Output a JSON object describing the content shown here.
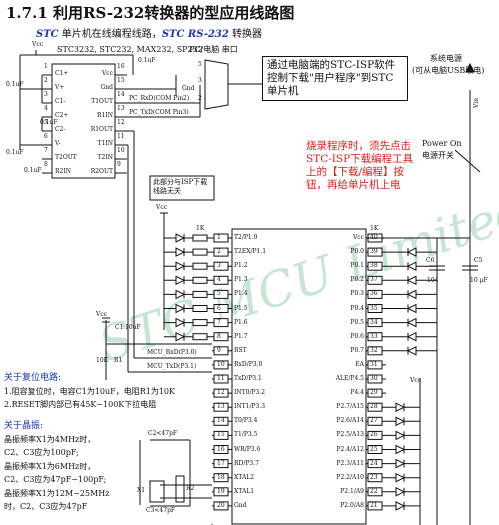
{
  "title": "1.7.1  利用RS-232转换器的型应用线路图",
  "max232": {
    "heading_part1": "STC",
    "heading_part2": " 单片机在线编程线路，",
    "heading_part3": "STC RS-232",
    "heading_part4": " 转换器",
    "chip_list": "STC3232, STC232, MAX232, SP232",
    "serial_label": "PC/电脑 串口",
    "vcc": "Vcc",
    "left_pins": [
      "C1+",
      "V+",
      "C1-",
      "C2+",
      "C2-",
      "V-",
      "T2OUT",
      "R2IN"
    ],
    "left_nums": [
      "1",
      "2",
      "3",
      "4",
      "5",
      "6",
      "7",
      "8"
    ],
    "right_pins": [
      "Vcc",
      "Gnd",
      "T1OUT",
      "R1IN",
      "R1OUT",
      "T1IN",
      "T2IN",
      "R2OUT"
    ],
    "right_nums": [
      "16",
      "15",
      "14",
      "13",
      "12",
      "11",
      "10",
      "9"
    ],
    "caps": [
      "0.1uF",
      "0.1uF",
      "0.1uF",
      "0.1uF",
      "0.1uF"
    ],
    "pc_rxd": "PC_RxD(COM Pin2)",
    "pc_txd": "PC_TxD(COM Pin3)",
    "db9_gnd": "Gnd",
    "db9_pins": [
      "5",
      "3",
      "2"
    ]
  },
  "callout_box": "通过电脑端的STC-ISP软件控制下载\"用户程序\"到STC单片机",
  "power": {
    "label1": "系统电源",
    "label2": "(可从电脑USB取电)",
    "vin": "Vin",
    "switch1": "Power On",
    "switch2": "电源开关"
  },
  "red_note": "烧录程序时，须先点击STC-ISP下载编程工具上的【下载/编程】按钮，再给单片机上电",
  "isp_note": "此部分与ISP下载线路无关",
  "mcu": {
    "left_pins": [
      "T2/P1.0",
      "T2EX/P1.1",
      "P1.2",
      "P1.3",
      "P1.4",
      "P1.5",
      "P1.6",
      "P1.7",
      "RST",
      "RxD/P3.0",
      "TxD/P3.1",
      "INT0/P3.2",
      "INT1/P3.3",
      "T0/P3.4",
      "T1/P3.5",
      "WR/P3.6",
      "RD/P3.7",
      "XTAL2",
      "XTAL1",
      "Gnd"
    ],
    "left_nums": [
      "1",
      "2",
      "3",
      "4",
      "5",
      "6",
      "7",
      "8",
      "9",
      "10",
      "11",
      "12",
      "13",
      "14",
      "15",
      "16",
      "17",
      "18",
      "19",
      "20"
    ],
    "right_pins": [
      "Vcc",
      "P0.0",
      "P0.1",
      "P0.2",
      "P0.3",
      "P0.4",
      "P0.5",
      "P0.6",
      "P0.7",
      "EA",
      "ALE/P4.5",
      "P4.4",
      "P2.7/A15",
      "P2.6/A14",
      "P2.5/A13",
      "P2.4/A12",
      "P2.3/A11",
      "P2.2/A10",
      "P2.1/A9",
      "P2.0/A8"
    ],
    "right_nums": [
      "40",
      "39",
      "38",
      "37",
      "36",
      "35",
      "34",
      "33",
      "32",
      "31",
      "30",
      "29",
      "28",
      "27",
      "26",
      "25",
      "24",
      "23",
      "22",
      "21"
    ],
    "mcu_rxd": "MCU_RxD(P3.0)",
    "mcu_txd": "MCU_TxD(P3.1)",
    "r_1k": "1K",
    "vcc": "Vcc"
  },
  "reset": {
    "c1": "C1",
    "c1_val": "10uF",
    "r1": "R1",
    "r1_val": "10K",
    "vcc": "Vcc"
  },
  "caps_right": {
    "c6": "C6",
    "c6_val": "104",
    "c5": "C5",
    "c5_val": "10 μF"
  },
  "notes": {
    "reset_title": "关于复位电路:",
    "reset_1": "1.阻容复位时，电容C1为10uF，电阻R1为10K",
    "reset_2": "2.RESET脚内部已有45K~100K下拉电阻",
    "crystal_title": "关于晶振:",
    "crystal_lines": [
      "晶振频率X1为4MHz时，",
      "C2、C3应为100pF;",
      "晶振频率X1为6MHz时，",
      "C2、C3应为47pF~100pF;",
      "晶振频率X1为12M~25MHz",
      "时，C2、C3应为47pF"
    ]
  },
  "crystal": {
    "c2": "C2<47pF",
    "c3": "C3<47pF",
    "x1": "X1",
    "r2": "R2"
  },
  "watermark": "STC  MCU  Limited"
}
